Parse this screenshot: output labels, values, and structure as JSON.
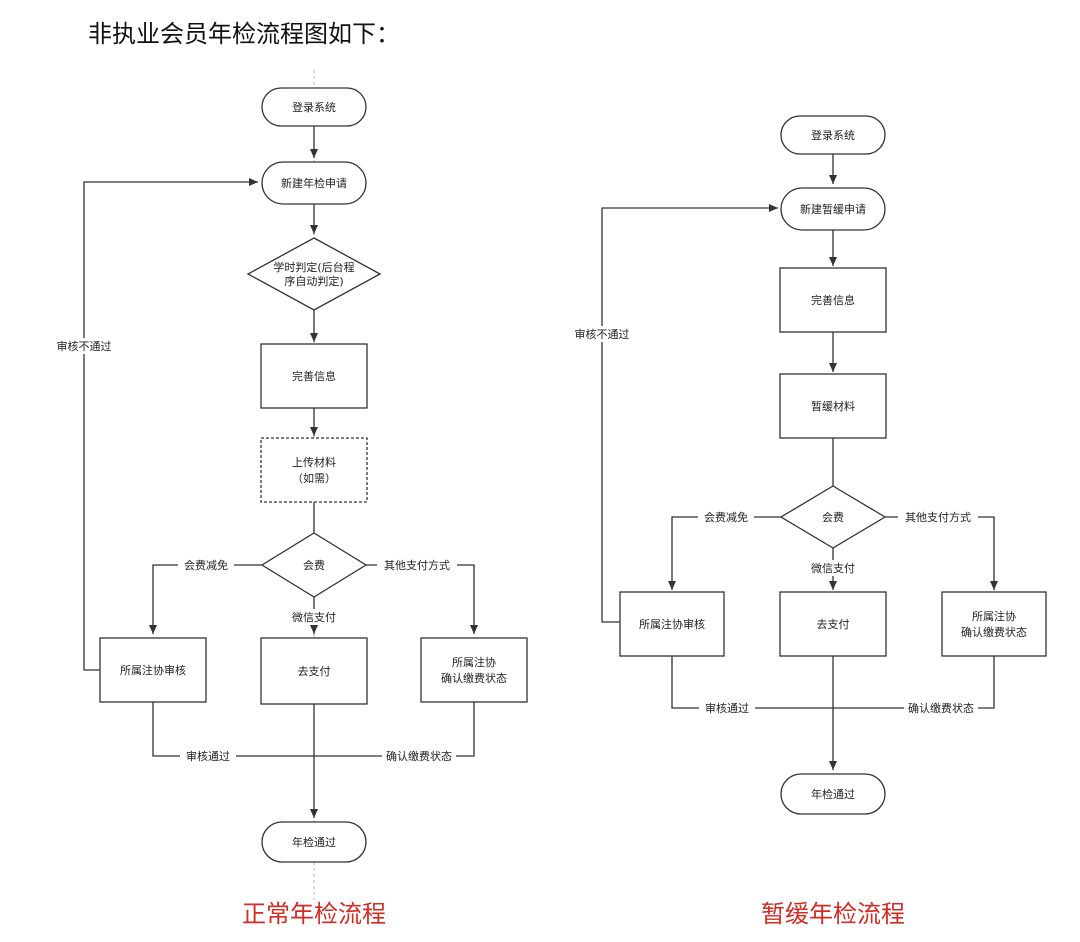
{
  "heading": "非执业会员年检流程图如下：",
  "normal": {
    "title": "正常年检流程",
    "login": "登录系统",
    "new_apply": "新建年检申请",
    "judge_line1": "学时判定(后台程",
    "judge_line2": "序自动判定)",
    "complete_info": "完善信息",
    "upload_line1": "上传材料",
    "upload_line2": "（如需）",
    "fee": "会费",
    "fee_waiver": "会费减免",
    "wechat_pay": "微信支付",
    "other_pay": "其他支付方式",
    "assoc_review": "所属注协审核",
    "go_pay": "去支付",
    "assoc_confirm_line1": "所属注协",
    "assoc_confirm_line2": "确认缴费状态",
    "review_fail": "审核不通过",
    "review_pass": "审核通过",
    "confirm_paid": "确认缴费状态",
    "passed": "年检通过"
  },
  "deferred": {
    "title": "暂缓年检流程",
    "login": "登录系统",
    "new_apply": "新建暂缓申请",
    "complete_info": "完善信息",
    "defer_material": "暂缓材料",
    "fee": "会费",
    "fee_waiver": "会费减免",
    "wechat_pay": "微信支付",
    "other_pay": "其他支付方式",
    "assoc_review": "所属注协审核",
    "go_pay": "去支付",
    "assoc_confirm_line1": "所属注协",
    "assoc_confirm_line2": "确认缴费状态",
    "review_fail": "审核不通过",
    "review_pass": "审核通过",
    "confirm_paid": "确认缴费状态",
    "passed": "年检通过"
  },
  "colors": {
    "caption": "#d42b22",
    "line": "#333333"
  }
}
